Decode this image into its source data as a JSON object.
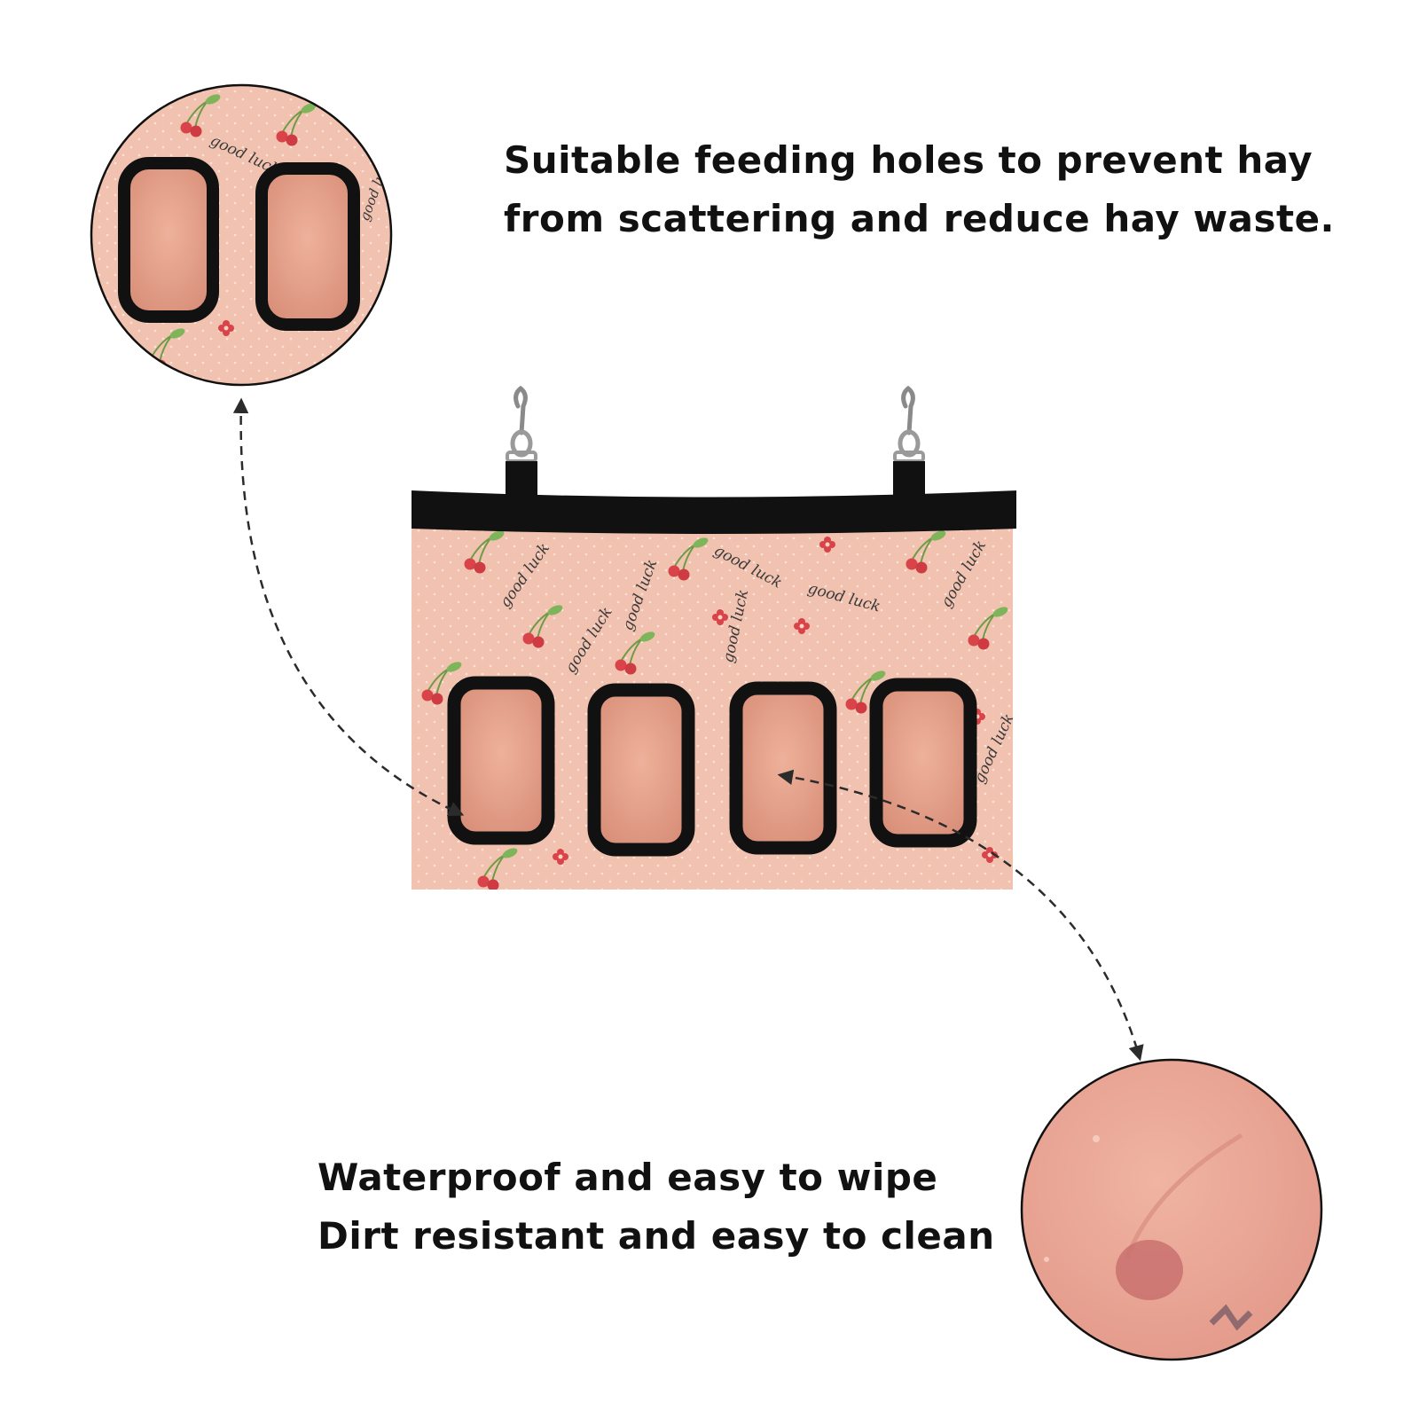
{
  "captions": {
    "feeding_holes": {
      "line1": "Suitable feeding holes to prevent hay",
      "line2": "from scattering and reduce hay waste."
    },
    "waterproof": {
      "line1": "Waterproof and easy to wipe",
      "line2": "Dirt resistant and easy to clean"
    }
  },
  "product": {
    "print_text": "good luck",
    "hole_count": 4
  },
  "colors": {
    "fabric": "#f2c2b0",
    "fabric_light": "#f7d3c4",
    "hole_inside": "#e6a18a",
    "binding": "#111111",
    "cherry": "#d9434a",
    "leaf": "#7fb55a",
    "arrow": "#2b2b2b"
  }
}
